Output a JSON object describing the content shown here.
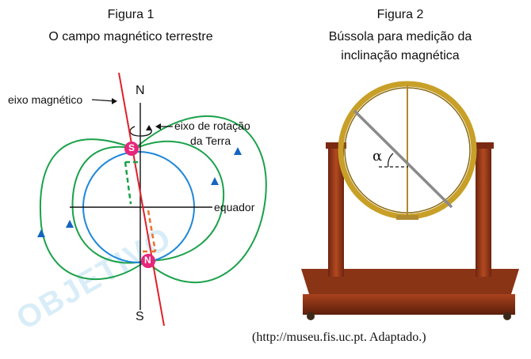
{
  "figure1": {
    "title": "Figura 1",
    "subtitle": "O campo magnético terrestre",
    "labels": {
      "magnetic_axis": "eixo magnético",
      "north": "N",
      "south": "S",
      "rotation_axis_line1": "eixo de rotação",
      "rotation_axis_line2": "da Terra",
      "equator": "equador",
      "pole_top": "S",
      "pole_bottom": "N"
    }
  },
  "figure2": {
    "title": "Figura 2",
    "subtitle_line1": "Bússola para medição da",
    "subtitle_line2": "inclinação magnética",
    "angle_symbol": "α"
  },
  "source": "(http://museu.fis.uc.pt. Adaptado.)",
  "watermark": "OBJETIVO",
  "colors": {
    "field_lines": "#1aa14a",
    "earth": "#1e88d8",
    "magnetic_axis": "#e0202a",
    "pole_marker": "#e6267a",
    "arrow": "#1565c0",
    "wood": "#9a3b18",
    "ring": "#c8a028"
  }
}
